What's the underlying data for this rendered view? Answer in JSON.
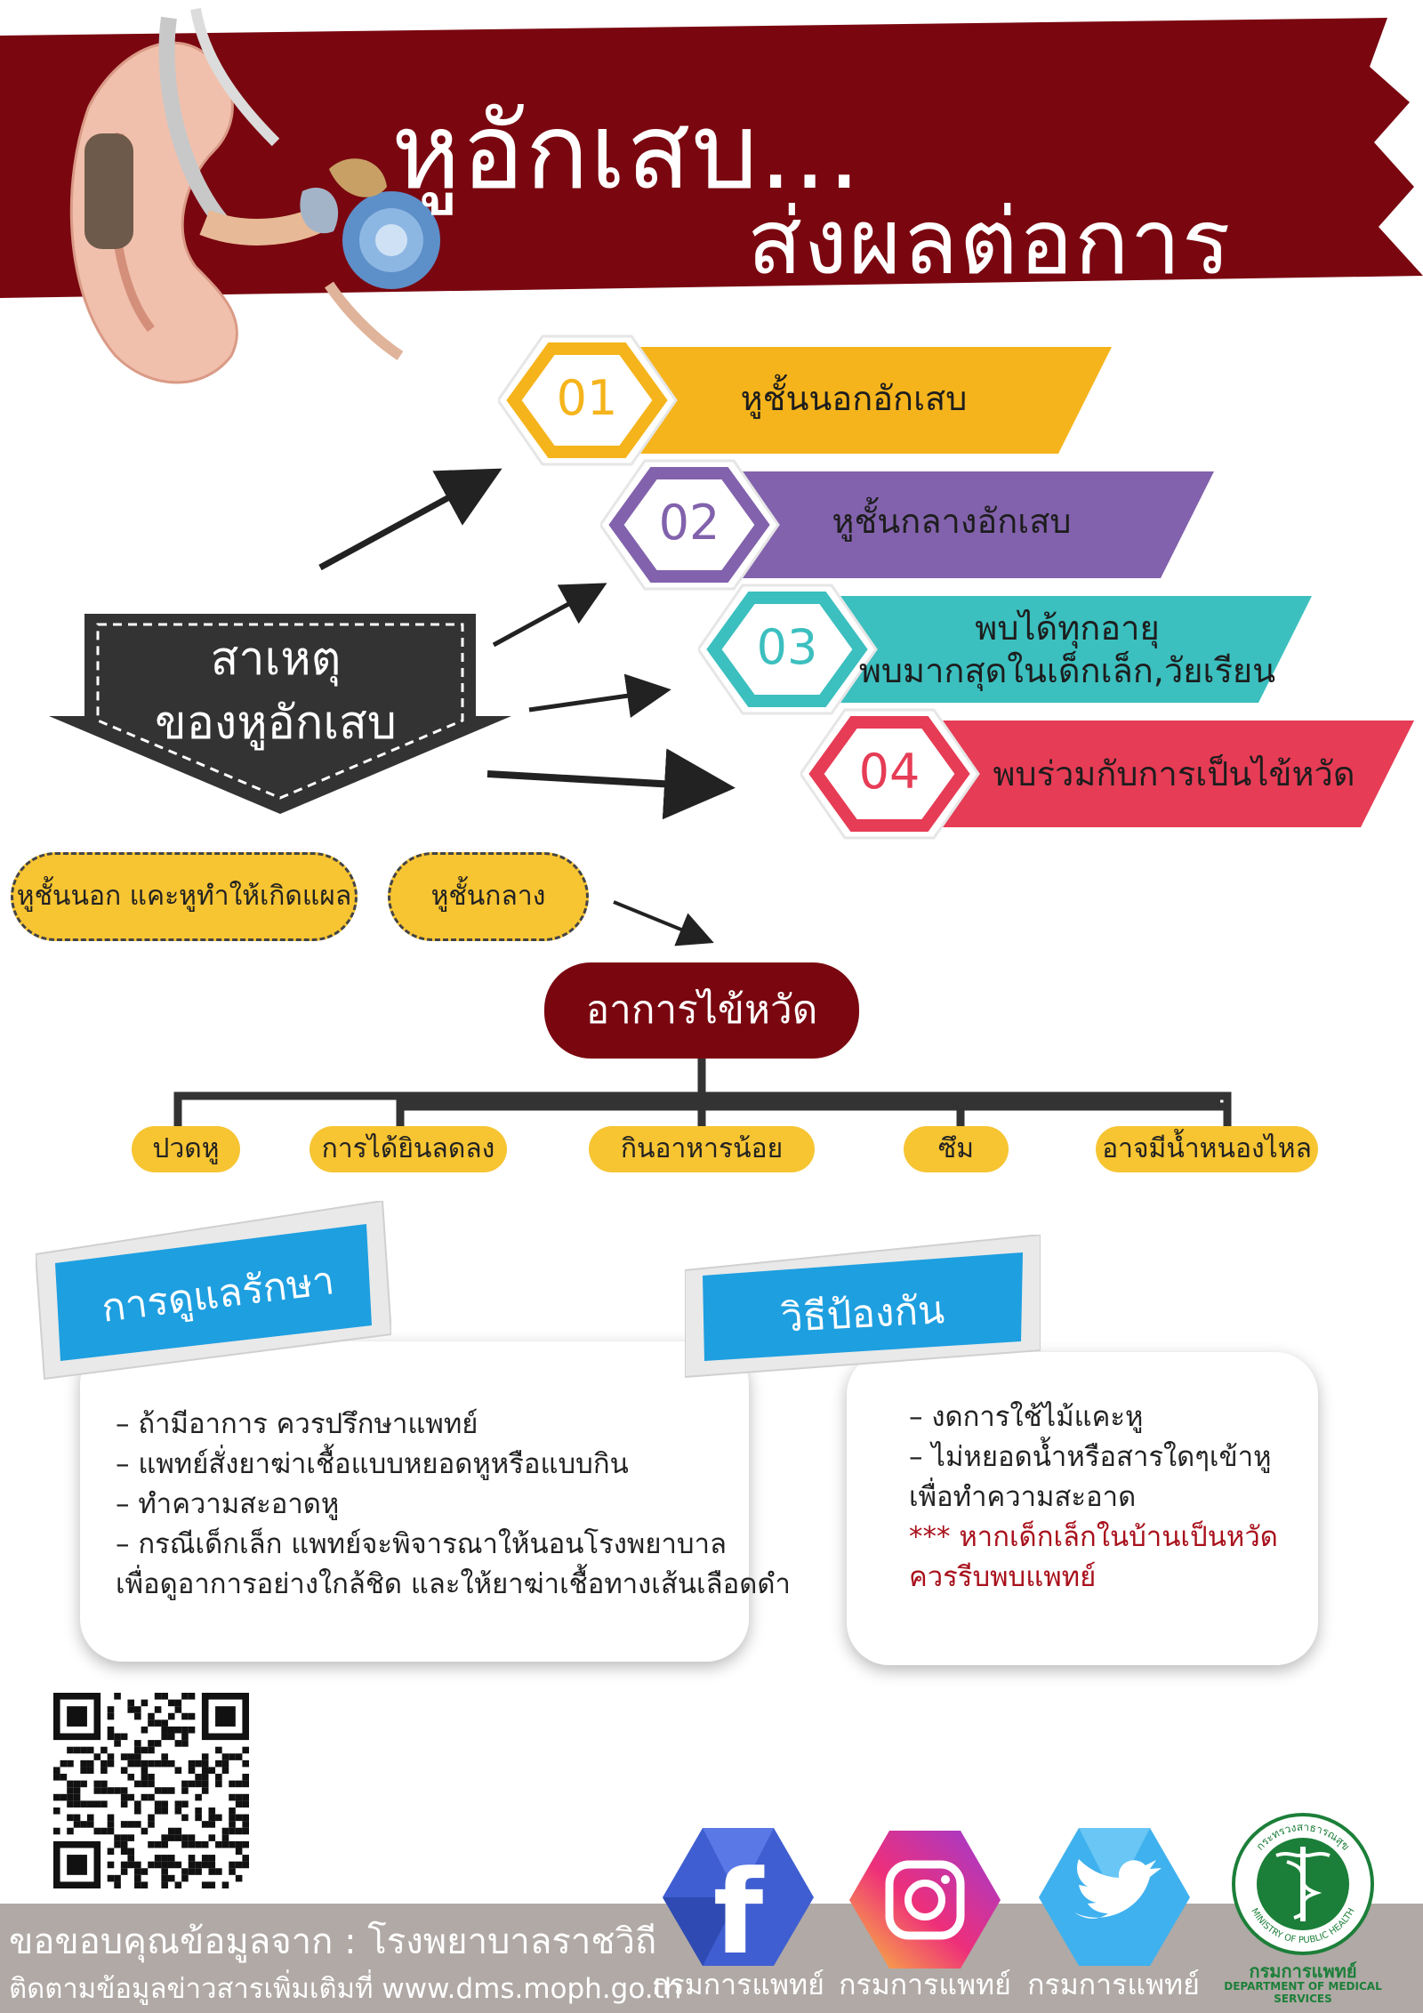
{
  "header": {
    "title_line1": "หูอักเสบ...",
    "title_line2": "ส่งผลต่อการได้ยิน"
  },
  "types": [
    {
      "num": "01",
      "label": "หูชั้นนอกอักเสบ",
      "color": "#f5b41c"
    },
    {
      "num": "02",
      "label": "หูชั้นกลางอักเสบ",
      "color": "#8262ac"
    },
    {
      "num": "03",
      "label_line1": "พบได้ทุกอายุ",
      "label_line2": "พบมากสุดในเด็กเล็ก,วัยเรียน",
      "color": "#3cbfbf"
    },
    {
      "num": "04",
      "label": "พบร่วมกับการเป็นไข้หวัด",
      "color": "#e63c55"
    }
  ],
  "cause": {
    "line1": "สาเหตุ",
    "line2": "ของหูอักเสบ"
  },
  "causes": {
    "outer": "หูชั้นนอก แคะหูทำให้เกิดแผล",
    "middle": "หูชั้นกลาง"
  },
  "cold": {
    "label": "อาการไข้หวัด",
    "symptoms": [
      "ปวดหู",
      "การได้ยินลดลง",
      "กินอาหารน้อย",
      "ซึม",
      "อาจมีน้ำหนองไหล"
    ]
  },
  "treatment": {
    "title": "การดูแลรักษา",
    "lines": [
      "– ถ้ามีอาการ ควรปรึกษาแพทย์",
      "– แพทย์สั่งยาฆ่าเชื้อแบบหยอดหูหรือแบบกิน",
      "– ทำความสะอาดหู",
      "– กรณีเด็กเล็ก แพทย์จะพิจารณาให้นอนโรงพยาบาล",
      "เพื่อดูอาการอย่างใกล้ชิด และให้ยาฆ่าเชื้อทางเส้นเลือดดำ"
    ]
  },
  "prevention": {
    "title": "วิธีป้องกัน",
    "lines": [
      "– งดการใช้ไม้แคะหู",
      "– ไม่หยอดน้ำหรือสารใดๆเข้าหู",
      "เพื่อทำความสะอาด"
    ],
    "warning_line1": "*** หากเด็กเล็กในบ้านเป็นหวัด",
    "warning_line2": "ควรรีบพบแพทย์"
  },
  "footer": {
    "thanks": "ขอขอบคุณข้อมูลจาก : โรงพยาบาลราชวิถี",
    "follow": "ติดตามข้อมูลข่าวสารเพิ่มเติมที่ www.dms.moph.go.th",
    "social": [
      {
        "icon": "facebook-icon",
        "label": "กรมการแพทย์"
      },
      {
        "icon": "instagram-icon",
        "label": "กรมการแพทย์"
      },
      {
        "icon": "twitter-icon",
        "label": "กรมการแพทย์"
      }
    ],
    "logo_top": "กระทรวงสาธารณสุข",
    "logo_ring": "MINISTRY OF PUBLIC HEALTH",
    "logo_caption_th": "กรมการแพทย์",
    "logo_caption_en": "DEPARTMENT OF MEDICAL SERVICES"
  },
  "colors": {
    "banner": "#7a0710",
    "treatment_tab": "#1e9fe0",
    "pill": "#f7c432"
  }
}
